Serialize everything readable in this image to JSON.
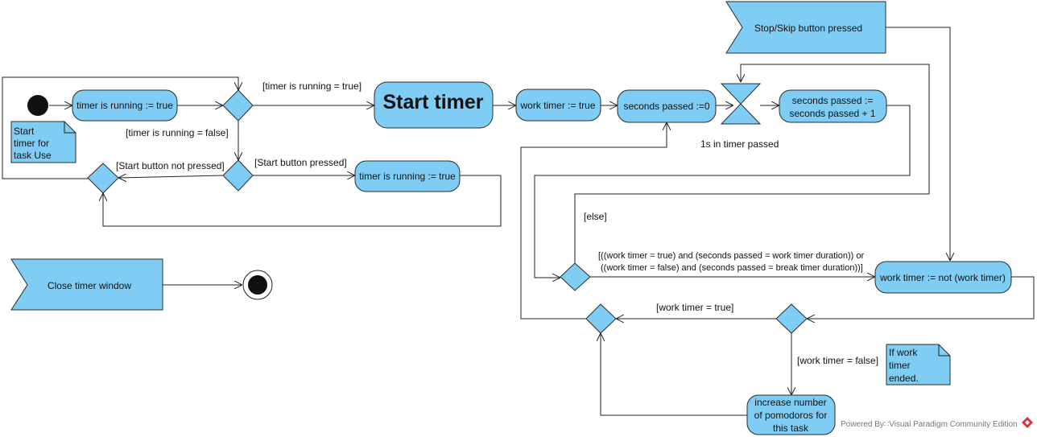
{
  "actions": {
    "set_running_1": "timer is running := true",
    "start_timer": "Start timer",
    "work_timer_true": "work timer := true",
    "seconds_zero": "seconds passed :=0",
    "seconds_inc_1": "seconds passed :=",
    "seconds_inc_2": "seconds passed + 1",
    "set_running_2": "timer is running := true",
    "toggle_work": "work timer := not (work timer)",
    "increase_1": "increase number",
    "increase_2": "of pomodoros for",
    "increase_3": "this task"
  },
  "signals": {
    "stop_skip": "Stop/Skip button pressed",
    "close_window": "Close timer window"
  },
  "notes": {
    "start_note": [
      "Start",
      "timer for",
      "task Use"
    ],
    "work_note": [
      "If work",
      "timer",
      "ended."
    ]
  },
  "guards": {
    "running_true": "[timer is running = true]",
    "running_false": "[timer is running = false]",
    "start_not_pressed": "[Start button not pressed]",
    "start_pressed": "[Start button pressed]",
    "else": "[else]",
    "cond_1": "[((work timer = true) and (seconds passed = work timer duration)) or",
    "cond_2": "((work timer = false) and (seconds passed = break timer duration))]",
    "work_true": "[work timer = true]",
    "work_false": "[work timer = false]"
  },
  "time_event": "1s in timer passed",
  "footer": {
    "text": "Powered By∷Visual Paradigm Community Edition"
  },
  "colors": {
    "node_fill": "#7fcdf4",
    "stroke": "#2b2b2b",
    "footer_logo": "#d9303a"
  }
}
